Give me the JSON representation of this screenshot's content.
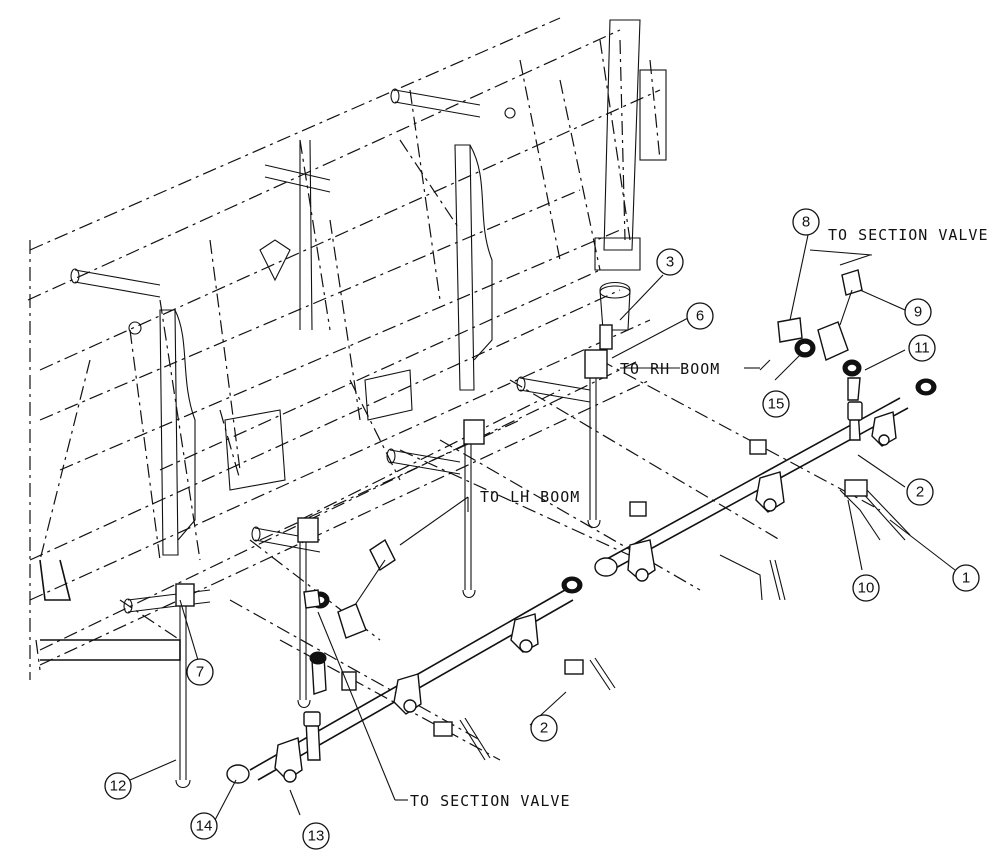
{
  "callouts": [
    "1",
    "2",
    "3",
    "6",
    "7",
    "8",
    "9",
    "10",
    "11",
    "12",
    "13",
    "14",
    "15",
    "2"
  ],
  "labels": {
    "to_section_valve_top": "TO SECTION VALVE",
    "to_rh_boom": "TO RH BOOM",
    "to_lh_boom": "TO LH BOOM",
    "to_section_valve_bottom": "TO SECTION VALVE"
  }
}
